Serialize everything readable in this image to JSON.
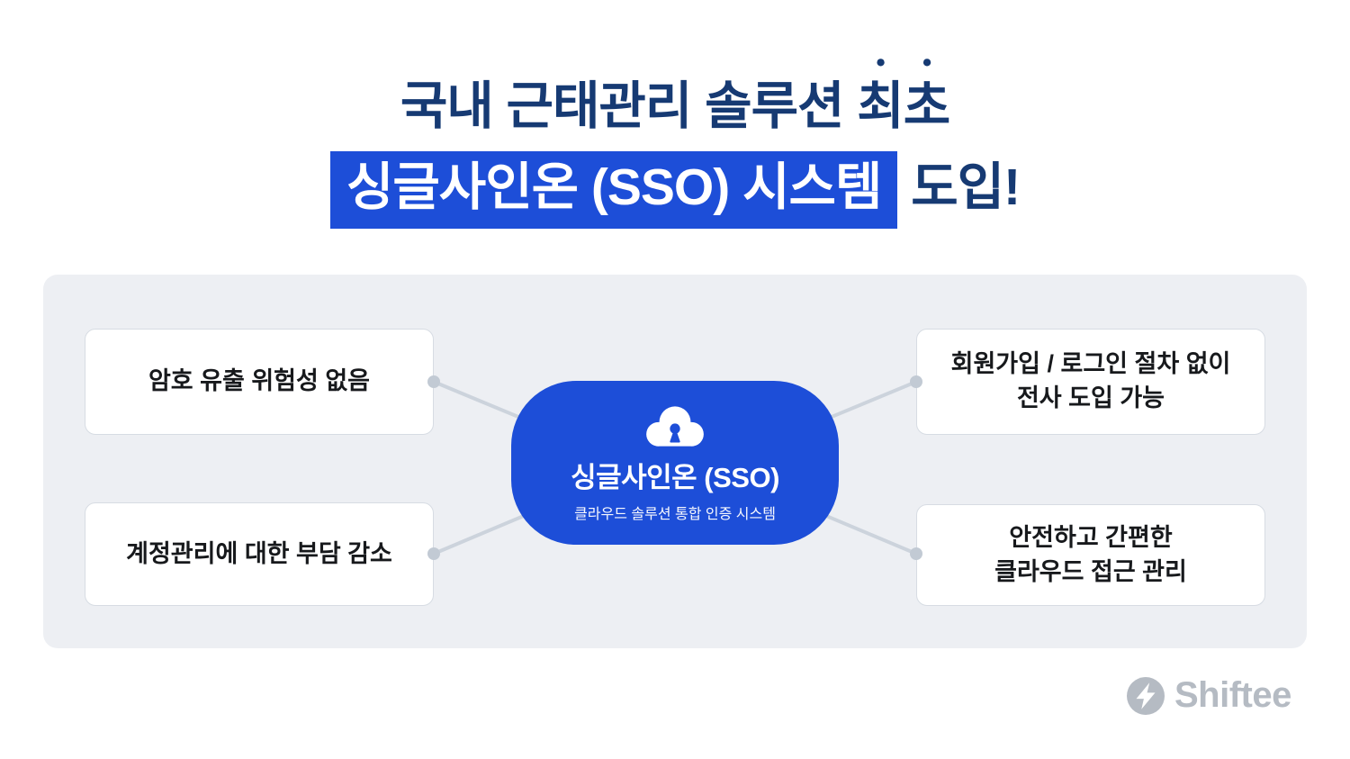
{
  "title": {
    "line1_prefix": "국내 근태관리 솔루션 ",
    "line1_emphasis": "최초",
    "line2_highlight": "싱글사인온 (SSO) 시스템",
    "line2_suffix": " 도입!"
  },
  "diagram": {
    "center": {
      "title": "싱글사인온 (SSO)",
      "subtitle": "클라우드 솔루션 통합 인증 시스템",
      "icon": "cloud-lock-icon"
    },
    "nodes": [
      {
        "id": "top-left",
        "text": "암호 유출 위험성 없음"
      },
      {
        "id": "bottom-left",
        "text": "계정관리에 대한 부담 감소"
      },
      {
        "id": "top-right",
        "text": "회원가입 / 로그인 절차 없이\n전사 도입 가능"
      },
      {
        "id": "bottom-right",
        "text": "안전하고 간편한\n클라우드 접근 관리"
      }
    ]
  },
  "footer": {
    "brand": "Shiftee",
    "icon": "lightning-icon"
  },
  "colors": {
    "title_navy": "#163a73",
    "highlight_blue": "#1d4ed8",
    "node_blue": "#1d4ed8",
    "panel_bg": "#edeff3",
    "box_border": "#d7dce3",
    "connector": "#ccd3dc",
    "brand_gray": "#b5bbc3"
  }
}
